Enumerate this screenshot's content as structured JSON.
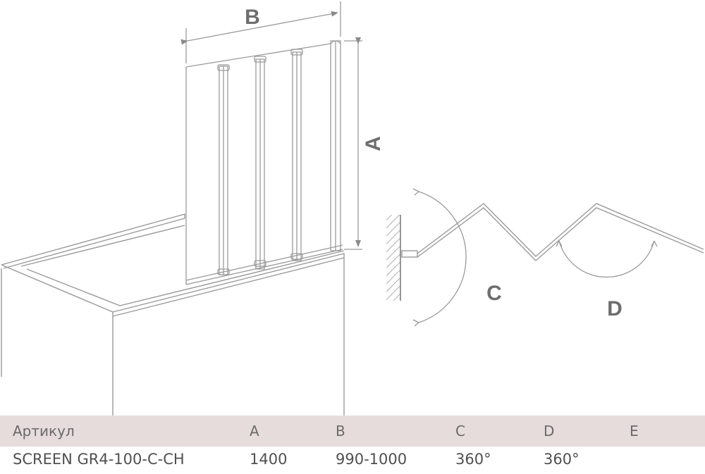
{
  "diagram": {
    "dim_width_label": "B",
    "dim_height_label": "A",
    "rotation_label_1": "C",
    "rotation_label_2": "D"
  },
  "table": {
    "headers": [
      "Артикул",
      "A",
      "B",
      "C",
      "D",
      "E"
    ],
    "rows": [
      [
        "SCREEN GR4-100-C-CH",
        "1400",
        "990-1000",
        "360°",
        "360°",
        ""
      ]
    ]
  },
  "colors": {
    "line": "#9a9a9a",
    "label": "#6e6e6e",
    "header_bg": "#e7dcdc"
  }
}
